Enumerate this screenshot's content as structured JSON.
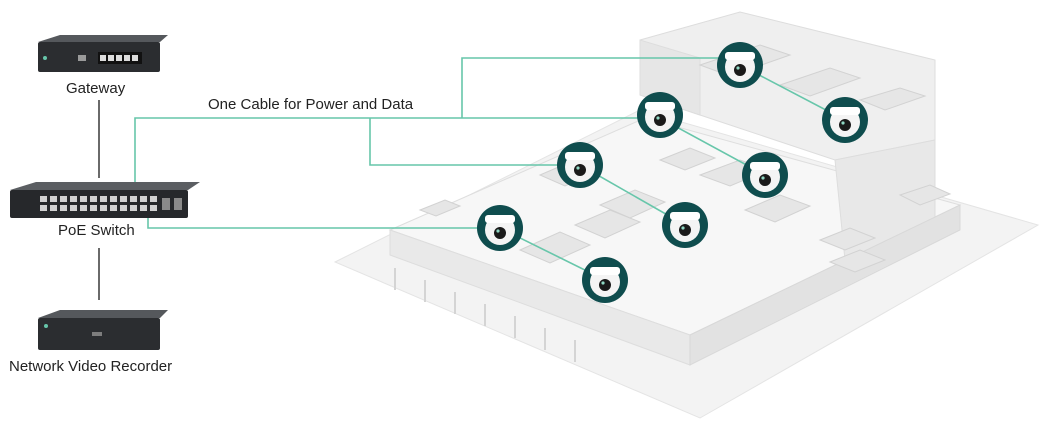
{
  "devices": {
    "gateway_label": "Gateway",
    "switch_label": "PoE Switch",
    "nvr_label": "Network Video Recorder"
  },
  "cable_label": "One Cable for Power and Data",
  "colors": {
    "cable": "#67c6aa",
    "camera_ring": "#0f4d4e",
    "device_body": "#2b2d30",
    "floor": "#f1f1f1",
    "wall": "#e2e2e2"
  },
  "icons": [
    "gateway-icon",
    "poe-switch-icon",
    "nvr-icon",
    "dome-camera-icon"
  ],
  "camera_count": 8
}
